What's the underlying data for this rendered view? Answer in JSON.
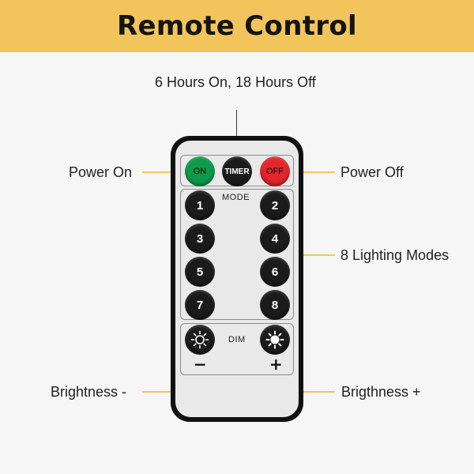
{
  "banner": {
    "title": "Remote Control"
  },
  "callouts": {
    "timer": "6 Hours On, 18 Hours Off",
    "power_on": "Power On",
    "power_off": "Power Off",
    "modes": "8 Lighting Modes",
    "brightness_down": "Brightness -",
    "brightness_up": "Brigthness +"
  },
  "remote": {
    "top_buttons": {
      "on": "ON",
      "timer": "TIMER",
      "off": "OFF"
    },
    "mode_label": "MODE",
    "mode_buttons": [
      "1",
      "2",
      "3",
      "4",
      "5",
      "6",
      "7",
      "8"
    ],
    "dim_label": "DIM",
    "minus": "−",
    "plus": "+"
  },
  "colors": {
    "accent": "#f2c55c",
    "on_button": "#0e9a4b",
    "off_button": "#e2262c",
    "button": "#1b1b1b"
  },
  "icons": {
    "brightness_down": "sun-outline-icon",
    "brightness_up": "sun-filled-icon"
  }
}
